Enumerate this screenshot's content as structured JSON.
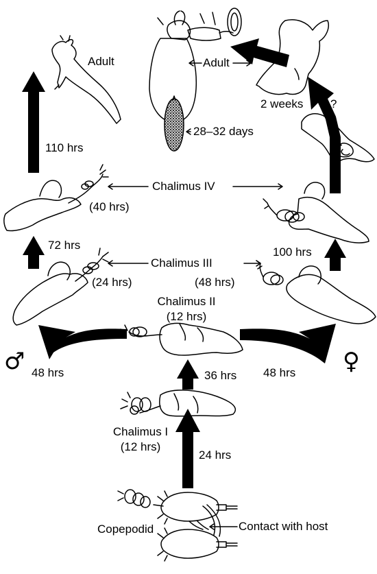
{
  "figure": {
    "colors": {
      "ink": "#000000",
      "paper": "#ffffff",
      "egg_fill": "#c8c8c8"
    },
    "labels": {
      "adult_male": "Adult",
      "adult_female": "Adult",
      "egg_string_days": "28–32 days",
      "female_adult_time": "2 weeks",
      "uncertain_mark": "?",
      "chalimus_iv": "Chalimus IV",
      "chalimus_iii": "Chalimus III",
      "chalimus_ii": "Chalimus II",
      "chalimus_i": "Chalimus I",
      "copepodid": "Copepodid",
      "contact_with_host": "Contact with host"
    },
    "durations": {
      "male_to_adult": "110 hrs",
      "male_chalimus_iv": "(40 hrs)",
      "male_to_iv": "72 hrs",
      "male_chalimus_iii": "(24 hrs)",
      "male_from_ii": "48 hrs",
      "chalimus_ii": "(12 hrs)",
      "i_to_ii": "36 hrs",
      "female_chalimus_iii": "(48 hrs)",
      "female_to_iv": "100 hrs",
      "female_from_ii": "48 hrs",
      "chalimus_i": "(12 hrs)",
      "copepodid_to_i": "24 hrs"
    },
    "symbols": {
      "male": "♂",
      "female": "♀"
    },
    "icons": {
      "male_adult": "louse-adult-male-icon",
      "female_adult": "louse-adult-female-icon",
      "egg_string": "egg-string-icon",
      "chalimus_stage": "chalimus-larva-icon",
      "copepodid": "copepodid-larva-icon"
    }
  }
}
